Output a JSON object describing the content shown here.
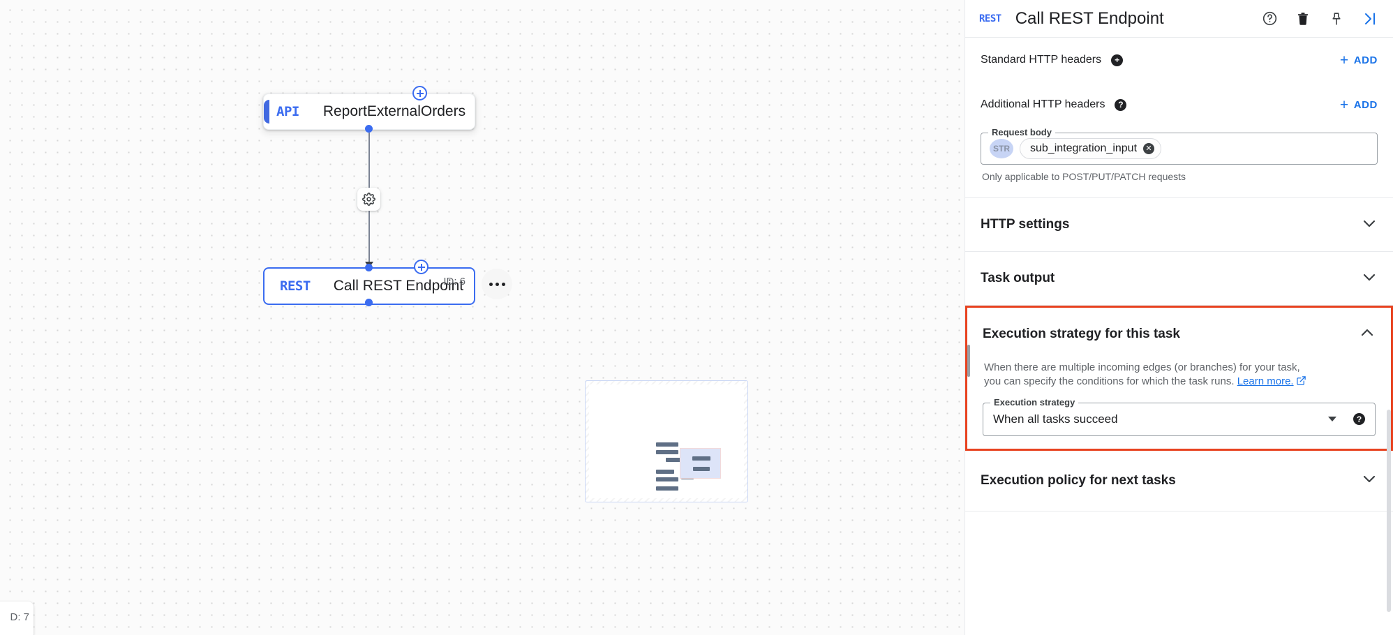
{
  "panel": {
    "header": {
      "type_badge": "REST",
      "title": "Call REST Endpoint",
      "actions": [
        {
          "name": "help-icon",
          "label": "?"
        },
        {
          "name": "delete-icon",
          "label": "Delete"
        },
        {
          "name": "pin-icon",
          "label": "Pin"
        },
        {
          "name": "collapse-panel-icon",
          "label": "Collapse"
        }
      ]
    },
    "standard_headers": {
      "label": "Standard HTTP headers",
      "add_label": "ADD",
      "add_plus": "+"
    },
    "additional_headers": {
      "label": "Additional HTTP headers",
      "add_label": "ADD",
      "add_plus": "+"
    },
    "request_body": {
      "legend": "Request body",
      "type_badge": "STR",
      "chip_value": "sub_integration_input",
      "hint": "Only applicable to POST/PUT/PATCH requests"
    },
    "sections": {
      "http_settings": {
        "title": "HTTP settings",
        "expanded": false
      },
      "task_output": {
        "title": "Task output",
        "expanded": false
      },
      "execution_strategy": {
        "title": "Execution strategy for this task",
        "expanded": true,
        "description_line1": "When there are multiple incoming edges (or branches) for your task,",
        "description_line2": "you can specify the conditions for which the task runs.",
        "link_text": "Learn more.",
        "field_legend": "Execution strategy",
        "field_value": "When all tasks succeed"
      },
      "execution_policy": {
        "title": "Execution policy for next tasks",
        "expanded": false
      }
    },
    "highlight_color": "#e8421f"
  },
  "canvas": {
    "nodes": [
      {
        "type_badge": "API",
        "title": "ReportExternalOrders",
        "id_label": "",
        "selected": false
      },
      {
        "type_badge": "REST",
        "title": "Call REST Endpoint",
        "id_label": "ID: 6",
        "selected": true
      }
    ],
    "offscreen_node": {
      "id_label": "D: 7"
    },
    "edge_gear_icon": "gear-icon",
    "kebab_label": "•••",
    "accent_color": "#3b6cf0"
  }
}
